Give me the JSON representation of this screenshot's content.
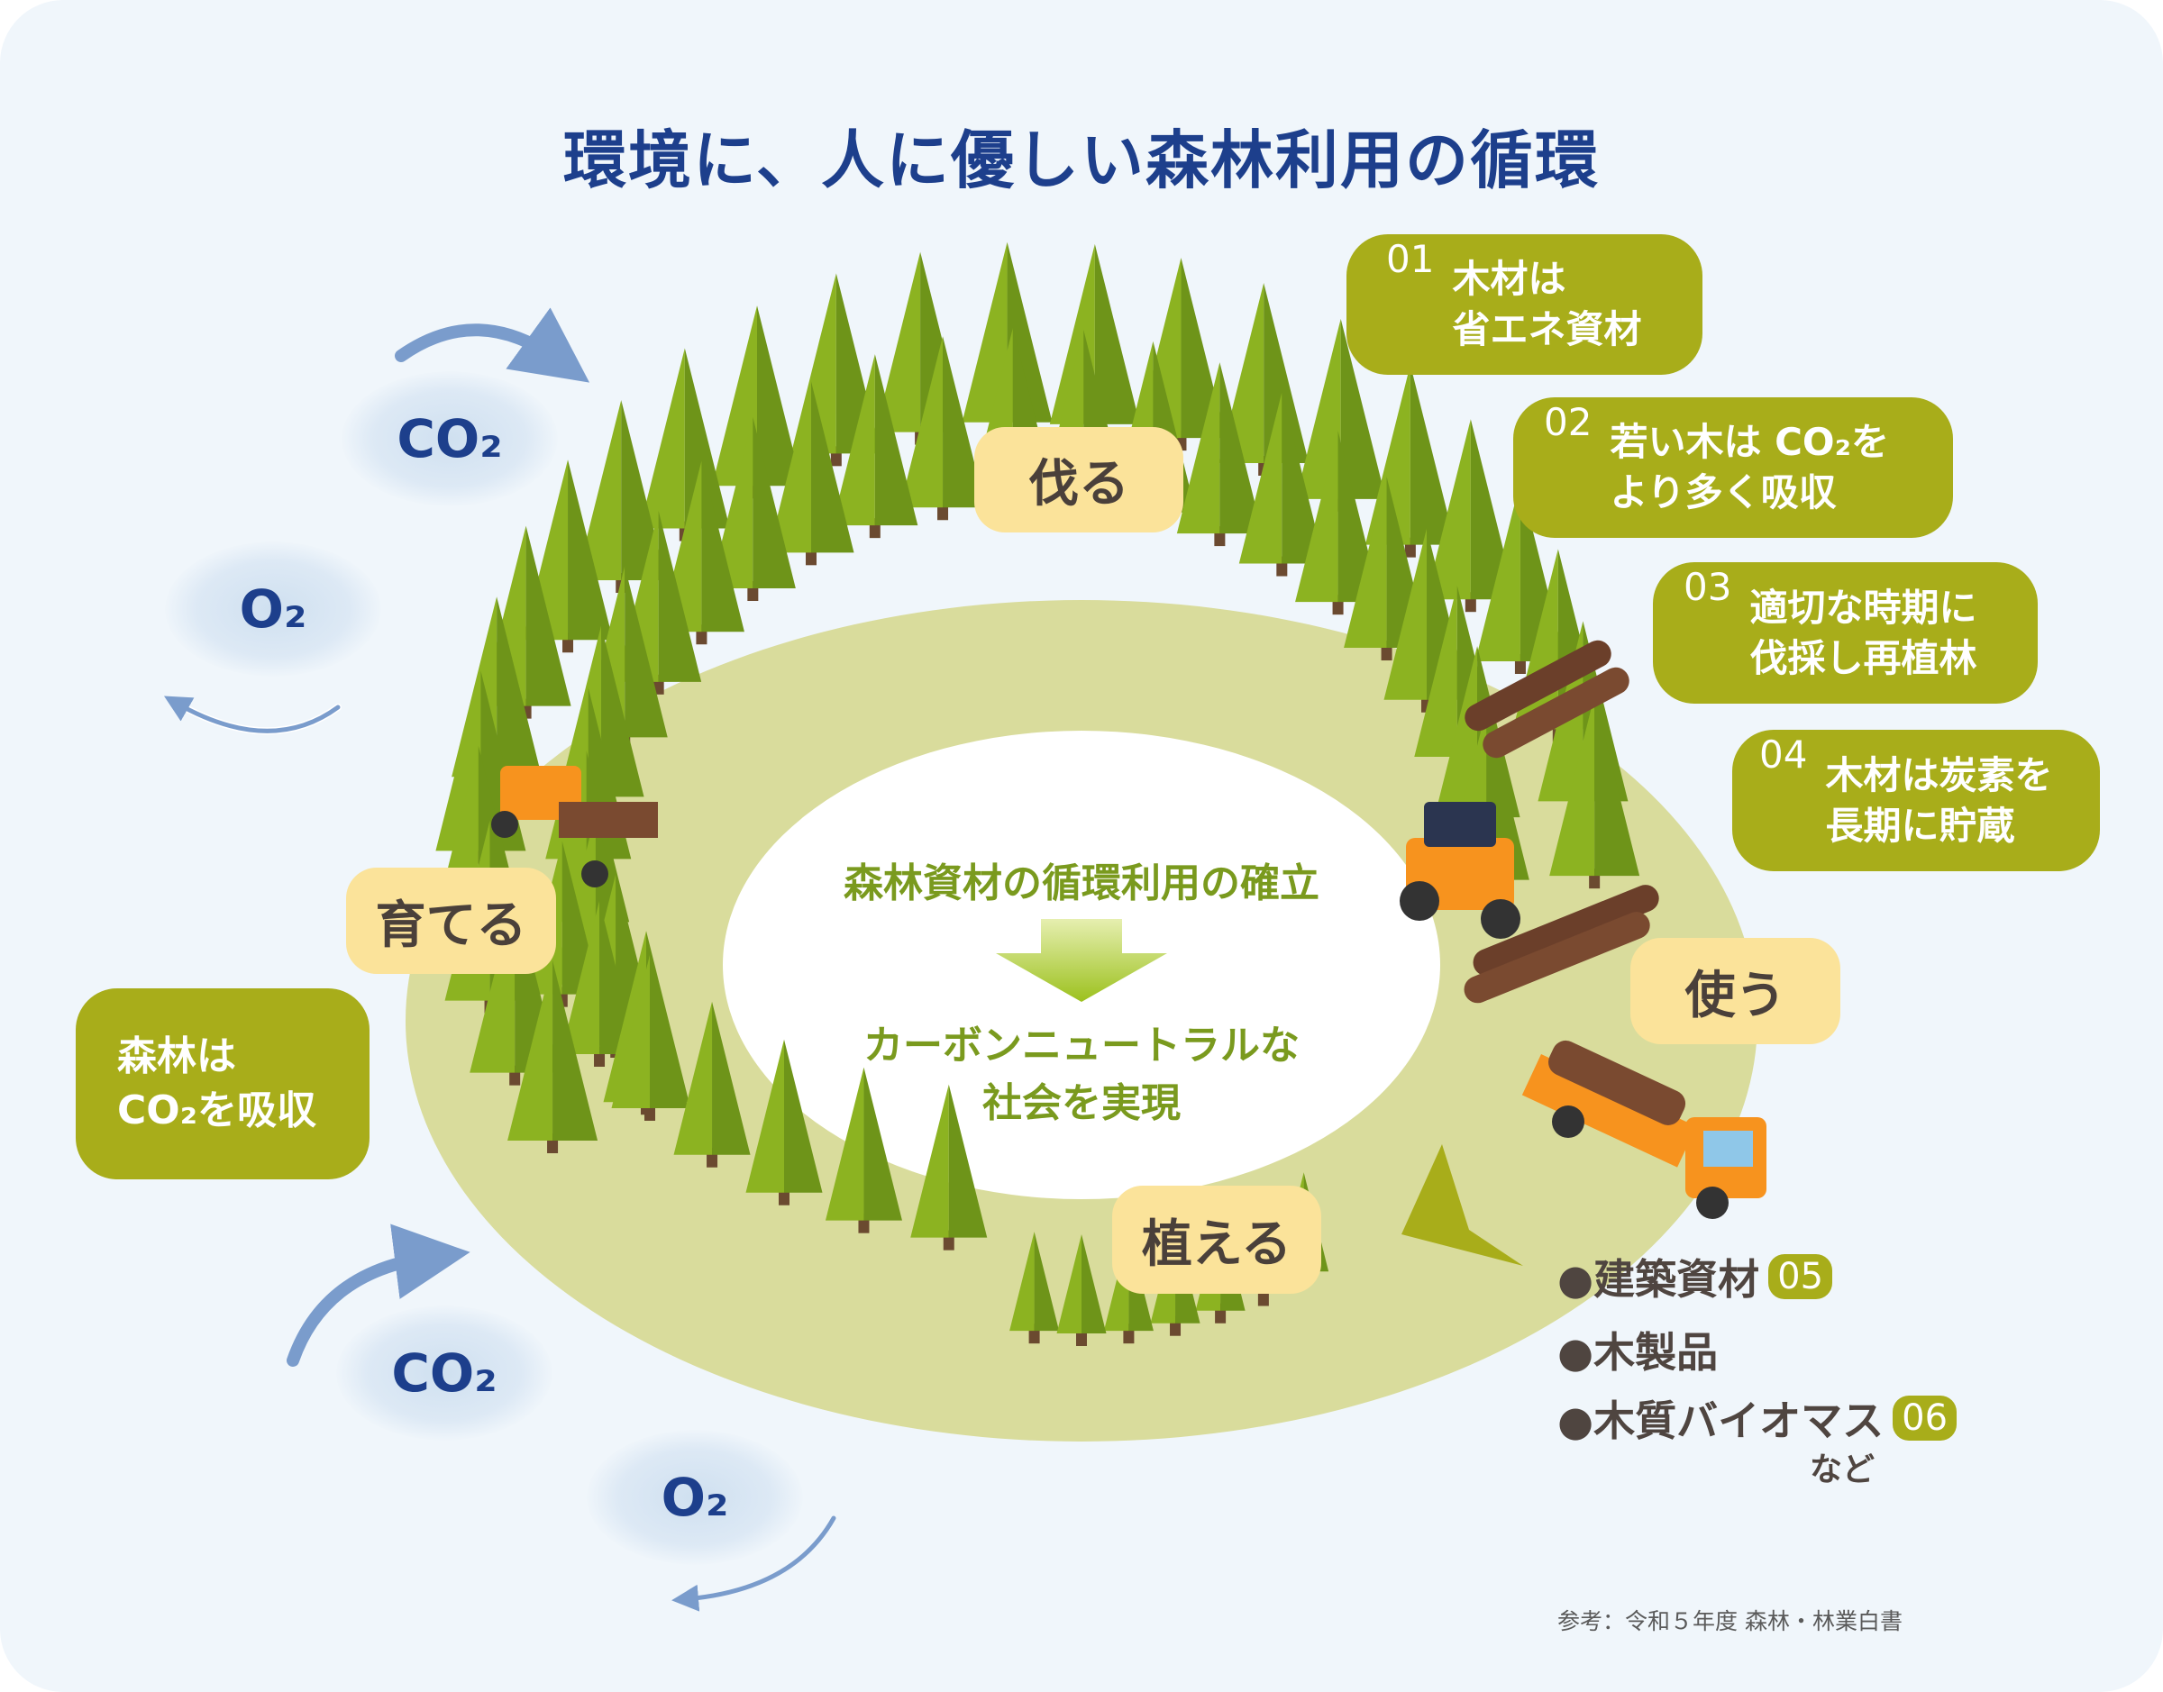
{
  "title": "環境に、人に優しい森林利用の循環",
  "benefits": [
    {
      "num": "01",
      "line1": "木材は",
      "line2": "省エネ資材"
    },
    {
      "num": "02",
      "line1": "若い木は CO₂を",
      "line2": "より多く吸収"
    },
    {
      "num": "03",
      "line1": "適切な時期に",
      "line2": "伐採し再植林"
    },
    {
      "num": "04",
      "line1": "木材は炭素を",
      "line2": "長期に貯蔵"
    }
  ],
  "forest_box": {
    "line1": "森林は",
    "line2": "CO₂を吸収"
  },
  "stages": {
    "cut": "伐る",
    "grow": "育てる",
    "use": "使う",
    "plant": "植える"
  },
  "gases": {
    "co2_top": "CO₂",
    "o2_top": "O₂",
    "co2_bottom": "CO₂",
    "o2_bottom": "O₂"
  },
  "center": {
    "line1": "森林資材の循環利用の確立",
    "line2": "カーボンニュートラルな",
    "line3": "社会を実現"
  },
  "uses": [
    {
      "label": "●建築資材",
      "badge": "05"
    },
    {
      "label": "●木製品",
      "badge": ""
    },
    {
      "label": "●木質バイオマス",
      "badge": "06"
    }
  ],
  "uses_suffix": "など",
  "reference": "参考：令和５年度 森林・林業白書",
  "colors": {
    "olive": "#a8ad1a",
    "label_yellow": "#fbe39a",
    "navy": "#1d3f8c",
    "ground": "#d9dc9c",
    "arrow_blue": "#7a9ccc"
  }
}
